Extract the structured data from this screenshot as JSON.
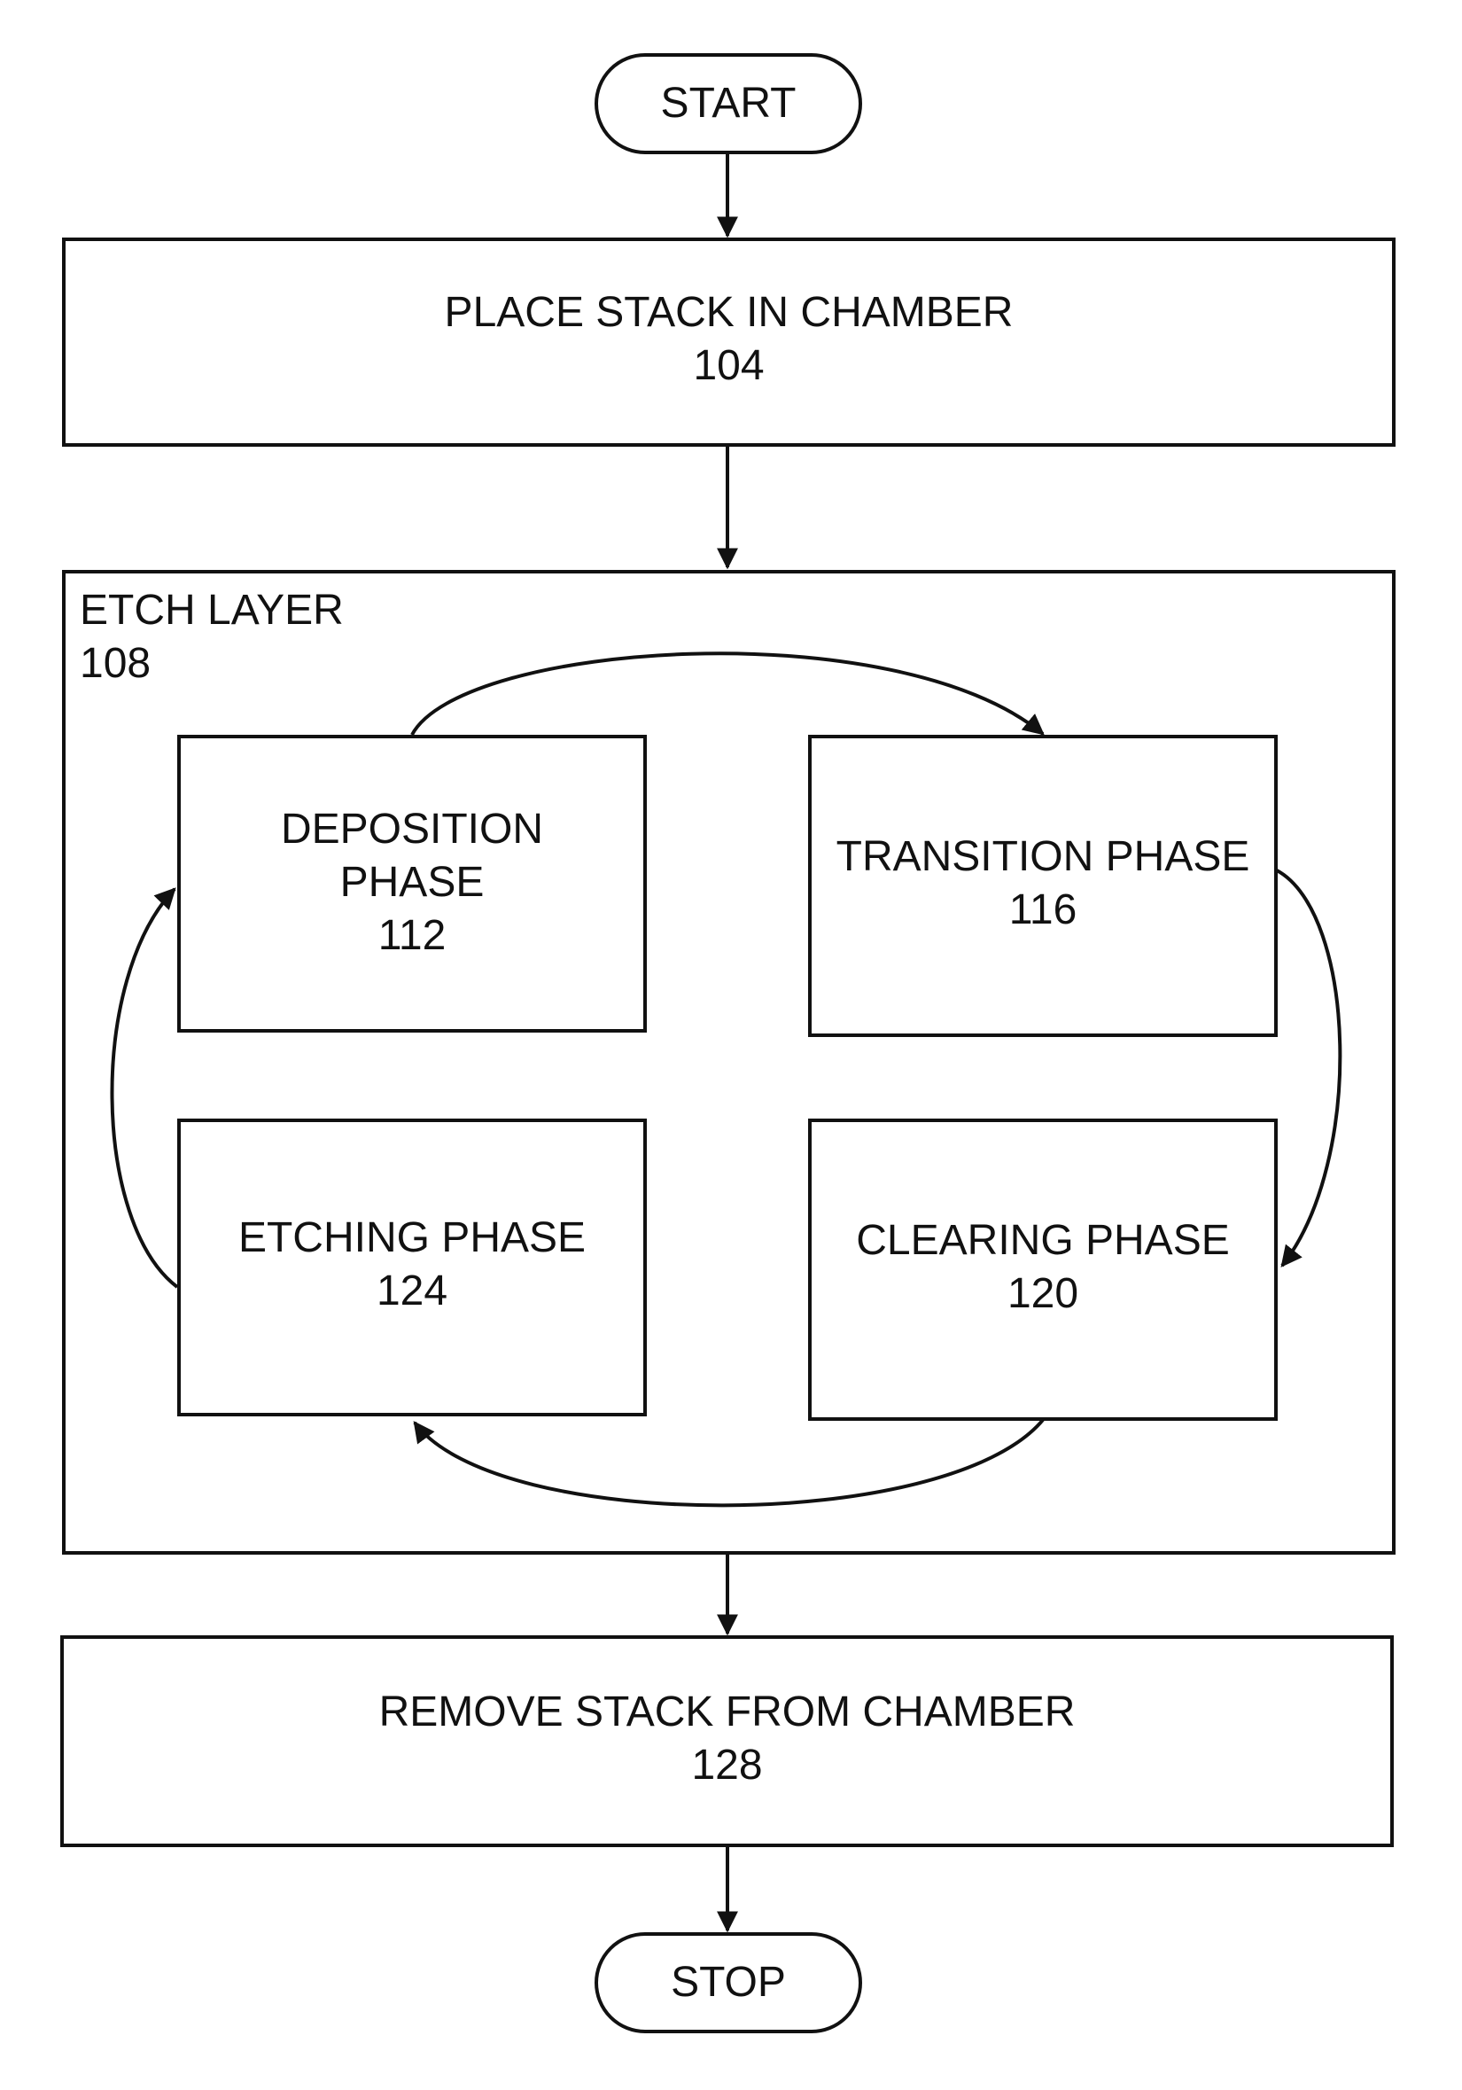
{
  "start": {
    "label": "START"
  },
  "stop": {
    "label": "STOP"
  },
  "steps": {
    "place": {
      "text": "PLACE STACK IN CHAMBER",
      "ref": "104"
    },
    "etch_layer": {
      "text": "ETCH LAYER",
      "ref": "108"
    },
    "deposition": {
      "line1": "DEPOSITION",
      "line2": "PHASE",
      "ref": "112"
    },
    "transition": {
      "text": "TRANSITION PHASE",
      "ref": "116"
    },
    "clearing": {
      "text": "CLEARING PHASE",
      "ref": "120"
    },
    "etching": {
      "text": "ETCHING PHASE",
      "ref": "124"
    },
    "remove": {
      "text": "REMOVE STACK FROM CHAMBER",
      "ref": "128"
    }
  },
  "colors": {
    "stroke": "#111111",
    "background": "#ffffff"
  }
}
